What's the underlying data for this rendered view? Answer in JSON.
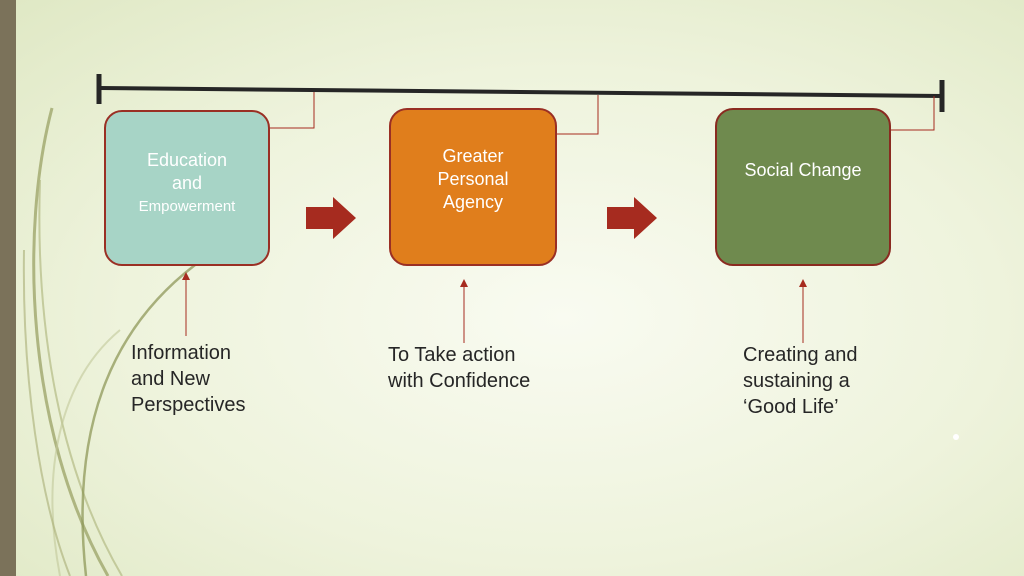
{
  "colors": {
    "accent_red": "#a62b1f",
    "teal_box": "#a7d4c6",
    "orange_box": "#e07e1c",
    "green_box": "#6f8a4e",
    "side_bar": "#7b725a"
  },
  "boxes": [
    {
      "line1": "Education",
      "line2": "and",
      "line3": "Empowerment"
    },
    {
      "line1": "Greater",
      "line2": "Personal",
      "line3": "Agency"
    },
    {
      "line1": "Social Change"
    }
  ],
  "captions": [
    {
      "line1": "Information",
      "line2": "and New",
      "line3": "Perspectives"
    },
    {
      "line1": "To Take action",
      "line2": "with Confidence"
    },
    {
      "line1": "Creating and",
      "line2": "sustaining a",
      "line3": "‘Good Life’"
    }
  ]
}
